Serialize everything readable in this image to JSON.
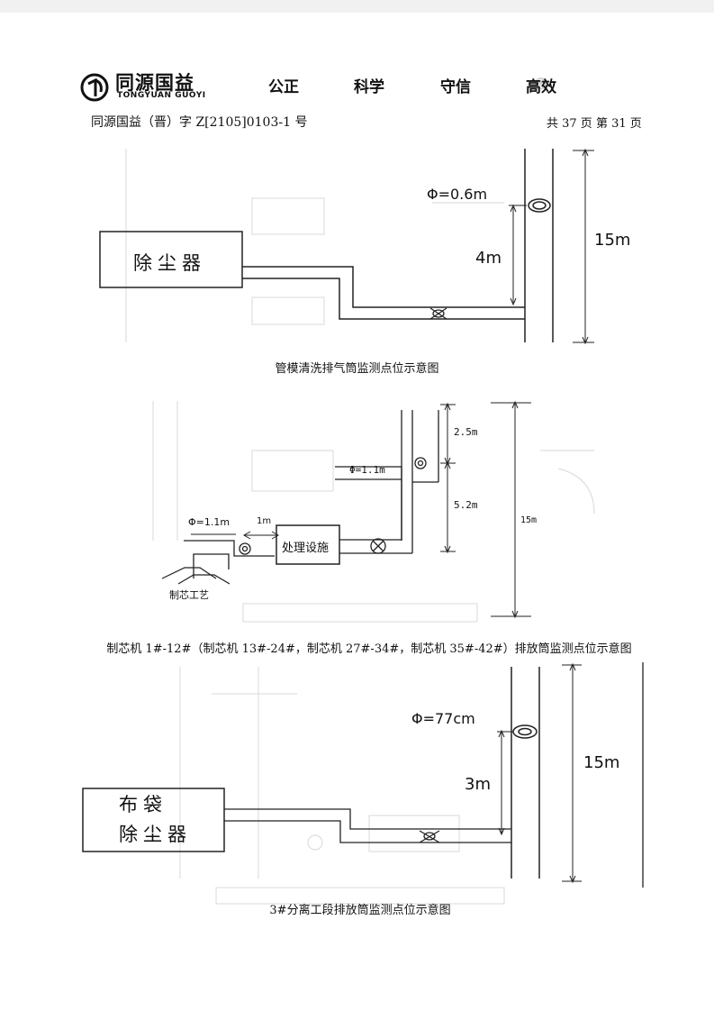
{
  "header": {
    "logo_cn": "同源国益",
    "logo_en": "TONGYUAN GUOYI",
    "motto": [
      "公正",
      "科学",
      "守信",
      "高效"
    ],
    "doc_number": "同源国益（晋）字 Z[2105]0103-1 号",
    "page_info": "共 37 页   第 31 页"
  },
  "diagram1": {
    "box_label": "除尘器",
    "diameter": "Φ=0.6m",
    "sample_height": "4m",
    "stack_height": "15m",
    "caption": "管模清洗排气筒监测点位示意图"
  },
  "diagram2": {
    "diameter_outlet": "Φ=1.1m",
    "diameter_inlet": "Φ=1.1m",
    "inlet_distance": "1m",
    "box_label": "处理设施",
    "process_label": "制芯工艺",
    "top_distance": "2.5m",
    "bottom_distance": "5.2m",
    "stack_height": "15m",
    "caption": "制芯机 1#-12#（制芯机 13#-24#，制芯机 27#-34#，制芯机 35#-42#）排放筒监测点位示意图"
  },
  "diagram3": {
    "box_label_line1": "布袋",
    "box_label_line2": "除尘器",
    "diameter": "Φ=77cm",
    "sample_height": "3m",
    "stack_height": "15m",
    "caption": "3#分离工段排放筒监测点位示意图"
  }
}
